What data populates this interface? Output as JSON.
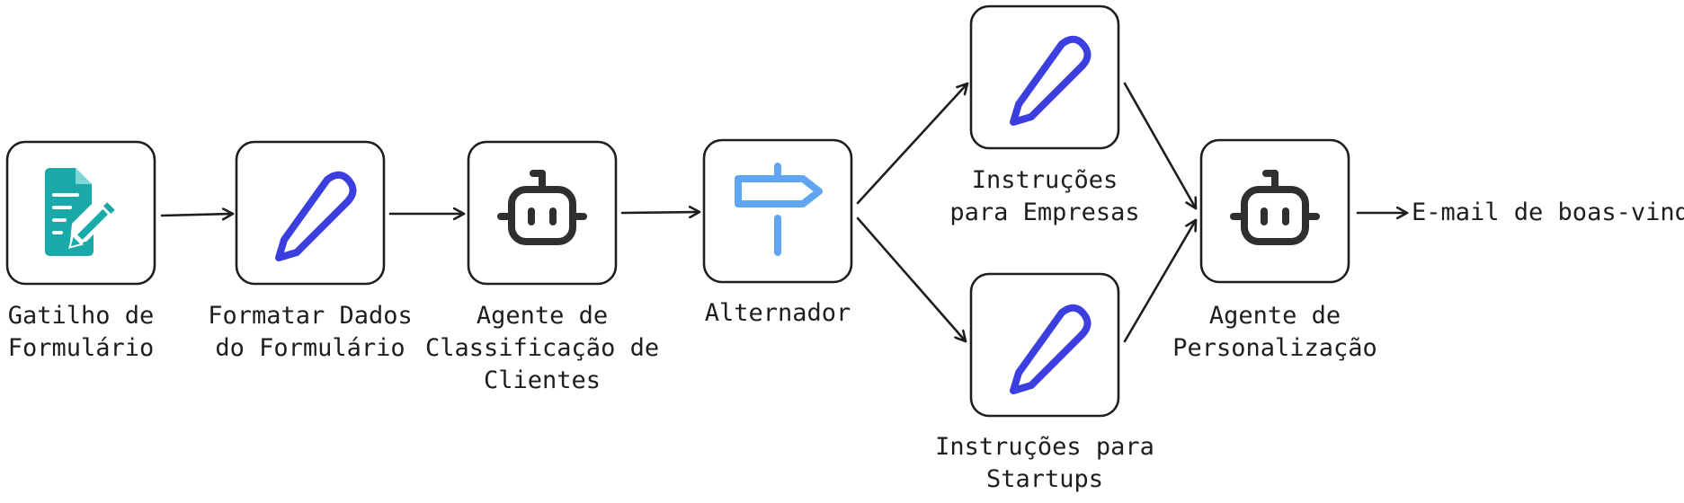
{
  "nodes": [
    {
      "id": "form-trigger",
      "icon": "form-document-icon",
      "lines": [
        "Gatilho de",
        "Formulário"
      ]
    },
    {
      "id": "format-data",
      "icon": "pencil-icon",
      "lines": [
        "Formatar Dados",
        "do Formulário"
      ]
    },
    {
      "id": "classification-agent",
      "icon": "robot-icon",
      "lines": [
        "Agente de",
        "Classificação de",
        "Clientes"
      ]
    },
    {
      "id": "switch",
      "icon": "signpost-icon",
      "lines": [
        "Alternador"
      ]
    },
    {
      "id": "enterprise-instructions",
      "icon": "pencil-icon",
      "lines": [
        "Instruções",
        "para Empresas"
      ]
    },
    {
      "id": "startup-instructions",
      "icon": "pencil-icon",
      "lines": [
        "Instruções para",
        "Startups"
      ]
    },
    {
      "id": "personalization-agent",
      "icon": "robot-icon",
      "lines": [
        "Agente de",
        "Personalização"
      ]
    }
  ],
  "output": {
    "label": "E-mail de boas-vindas"
  },
  "colors": {
    "stroke": "#1e1e1e",
    "form_icon": "#1aa9a9",
    "pencil_icon": "#3b3fe0",
    "robot_icon": "#2f2f2f",
    "signpost_icon": "#60a5f2"
  }
}
